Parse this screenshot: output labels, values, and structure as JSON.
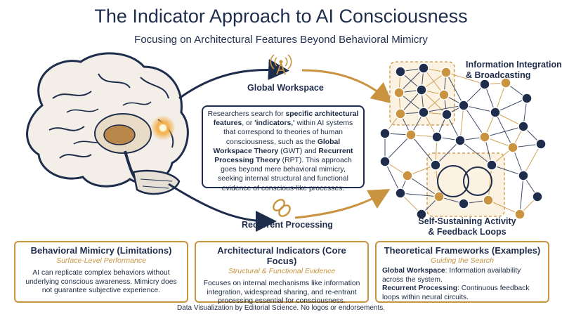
{
  "title": "The Indicator Approach to AI Consciousness",
  "subtitle": "Focusing on Architectural Features Beyond Behavioral Mimicry",
  "labels": {
    "global_workspace": "Global Workspace",
    "recurrent_processing": "Recurrent Processing",
    "info_integration_line1": "Information Integration",
    "info_integration_line2": "& Broadcasting",
    "self_sustaining_line1": "Self-Sustaining Activity",
    "self_sustaining_line2": "& Feedback Loops"
  },
  "center_text": {
    "p1": "Researchers search for ",
    "b1": "specific architectural features",
    "p2": ", or ",
    "b2": "'indicators,'",
    "p3": " within AI systems that correspond to theories of human consciousness, such as the ",
    "b3": "Global Workspace Theory",
    "p4": " (GWT) and ",
    "b4": "Recurrent Processing Theory",
    "p5": " (RPT). This approach goes beyond mere behavioral mimicry, seeking internal structural and functional evidence of conscious-like processes."
  },
  "cards": [
    {
      "title": "Behavioral Mimicry (Limitations)",
      "subtitle": "Surface-Level Performance",
      "body": "AI can replicate complex behaviors without underlying conscious awareness. Mimicry does not guarantee subjective experience."
    },
    {
      "title": "Architectural Indicators (Core Focus)",
      "subtitle": "Structural & Functional Evidence",
      "body": "Focuses on internal mechanisms like information integration, widespread sharing, and re-entrant processing essential for consciousness."
    },
    {
      "title": "Theoretical Frameworks (Examples)",
      "subtitle": "Guiding the Search",
      "gw_label": "Global Workspace",
      "gw_text": ": Information availability across the system.",
      "rp_label": "Recurrent Processing",
      "rp_text": ": Continuous feedback loops within neural circuits."
    }
  ],
  "footer": "Data Visualization by Editorial Science. No logos or endorsements.",
  "icons": [
    "brain-illustration",
    "antenna-icon",
    "loop-icon",
    "neural-network-illustration"
  ],
  "colors": {
    "navy": "#1f2d4d",
    "gold": "#c9933f",
    "glow": "#f3a93a"
  }
}
